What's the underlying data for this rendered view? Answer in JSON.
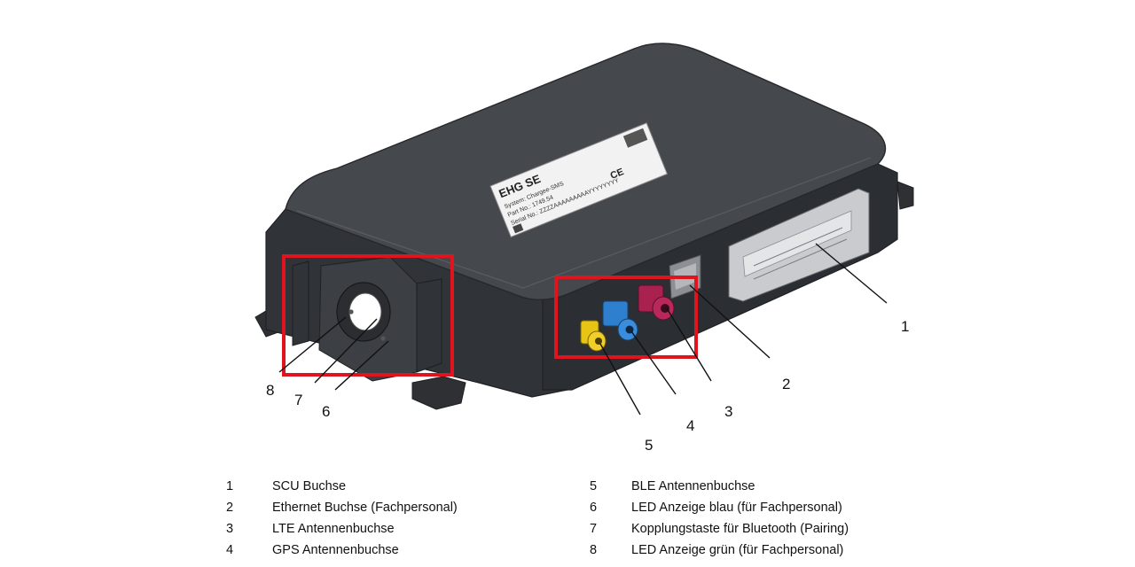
{
  "device": {
    "label_lines": [
      "EHG SE",
      "System: Chargee-SMS",
      "Part No.: 1749.54",
      "Serial No.: ZZZZAAAAAAAAAYYYYYYYY"
    ],
    "label_cert": "CE",
    "colors": {
      "housing": "#3a3d41",
      "housing_top": "#45484c",
      "housing_edge": "#26282b",
      "highlight_box": "#e0141e",
      "connector_yellow": "#e8c414",
      "connector_blue": "#2f7fcf",
      "connector_magenta": "#a8214f"
    }
  },
  "callouts": [
    "1",
    "2",
    "3",
    "4",
    "5",
    "6",
    "7",
    "8"
  ],
  "legend": {
    "left": [
      {
        "num": "1",
        "text": "SCU Buchse"
      },
      {
        "num": "2",
        "text": "Ethernet Buchse (Fachpersonal)"
      },
      {
        "num": "3",
        "text": "LTE Antennenbuchse"
      },
      {
        "num": "4",
        "text": "GPS Antennenbuchse"
      }
    ],
    "right": [
      {
        "num": "5",
        "text": "BLE Antennenbuchse"
      },
      {
        "num": "6",
        "text": "LED Anzeige blau (für Fachpersonal)"
      },
      {
        "num": "7",
        "text": "Kopplungstaste für Bluetooth (Pairing)"
      },
      {
        "num": "8",
        "text": "LED Anzeige grün (für Fachpersonal)"
      }
    ]
  }
}
